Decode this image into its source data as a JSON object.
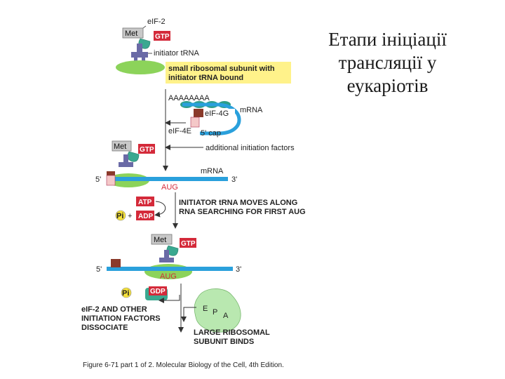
{
  "title": {
    "line1": "Етапи ініціації",
    "line2": "трансляції у",
    "line3": "еукаріотів"
  },
  "figure": {
    "eif2": "eIF-2",
    "met": "Met",
    "gtp": "GTP",
    "initiator_trna": "initiator tRNA",
    "small_subunit_line1": "small ribosomal subunit with",
    "small_subunit_line2": "initiator tRNA bound",
    "polya": "AAAAAAAA",
    "eif4g": "eIF-4G",
    "mrna": "mRNA",
    "eif4e": "eIF-4E",
    "cap": "5' cap",
    "additional_factors": "additional initiation factors",
    "five_prime": "5'",
    "three_prime": "3'",
    "aug": "AUG",
    "scan_line1": "INITIATOR tRNA MOVES ALONG",
    "scan_line2": "RNA SEARCHING FOR FIRST AUG",
    "atp": "ATP",
    "adp": "ADP",
    "pi": "Pi",
    "plus": "+",
    "gdp": "GDP",
    "dissociate_line1": "eIF-2 AND OTHER",
    "dissociate_line2": "INITIATION FACTORS",
    "dissociate_line3": "DISSOCIATE",
    "site_e": "E",
    "site_p": "P",
    "site_a": "A",
    "large_line1": "LARGE RIBOSOMAL",
    "large_line2": "SUBUNIT BINDS",
    "caption": "Figure 6-71 part 1 of 2. Molecular Biology of the Cell, 4th Edition."
  },
  "colors": {
    "ribosome_small": "#8cd35a",
    "ribosome_large": "#b9e8b0",
    "mrna": "#2aa0dc",
    "gtp_tag": "#d42a3a",
    "trna": "#6a6aa6",
    "eif_factor": "#2e9e88",
    "highlight_box": "#fff28a",
    "arrow": "#333333"
  }
}
